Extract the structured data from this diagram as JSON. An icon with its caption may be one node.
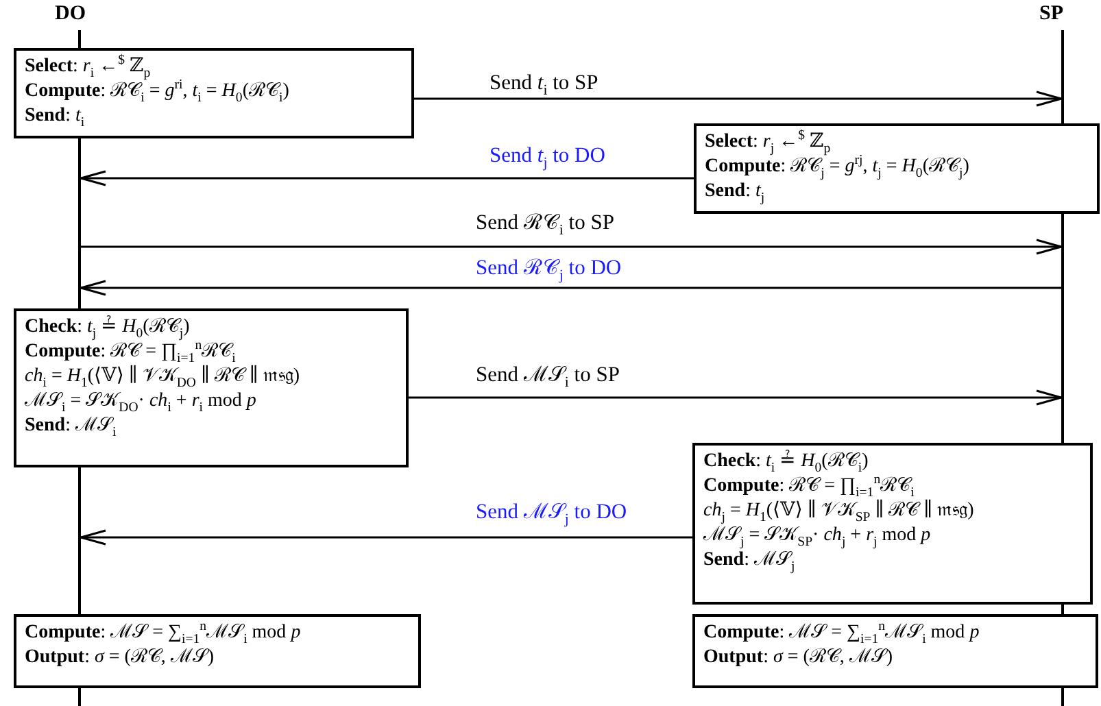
{
  "diagram": {
    "nodes": [
      {
        "text": [],
        "shape": "bar"
      },
      {
        "text": [],
        "shape": "bar"
      },
      {
        "text": [
          "**Select**: *r*$_{i}$ ←$^{$}$ ℤ$_{p}$",
          "**Compute**: ℛ𝒞$_{i}$ = *g*$^{ri}$, *t*$_{i}$ = *H*$_{0}$(ℛ𝒞$_{i}$)",
          "**Send**: *t*$_{i}$"
        ]
      },
      {
        "text": [
          "**Select**: *r*$_{j}$ ←$^{$}$ ℤ$_{p}$",
          "**Compute**: ℛ𝒞$_{j}$ = *g*$^{rj}$, *t*$_{j}$ = *H*$_{0}$(ℛ𝒞$_{j}$)",
          "**Send**: *t*$_{j}$"
        ]
      },
      {
        "text": [
          "**Check**: *t*$_{j}$ ≟ *H*$_{0}$(ℛ𝒞$_{j}$)",
          "**Compute**: ℛ𝒞 = ∏$_{i=1}$$^{n}$ℛ𝒞$_{i}$",
          "*ch*$_{i}$ = *H*$_{1}$(⟨𝕍⟩ ∥ 𝒱𝒦$_{DO}$ ∥ ℛ𝒞 ∥ 𝔪𝔰𝔤)",
          "ℳ𝒮$_{i}$ = 𝒮𝒦$_{DO}$· *ch*$_{i}$ + *r*$_{i}$ mod *p*",
          "**Send**: ℳ𝒮$_{i}$"
        ]
      },
      {
        "text": [
          "**Check**: *t*$_{i}$ ≟ *H*$_{0}$(ℛ𝒞$_{i}$)",
          "**Compute**: ℛ𝒞 = ∏$_{i=1}$$^{n}$ℛ𝒞$_{i}$",
          "*ch*$_{j}$ = *H*$_{1}$(⟨𝕍⟩ ∥ 𝒱𝒦$_{SP}$ ∥ ℛ𝒞 ∥ 𝔪𝔰𝔤)",
          "ℳ𝒮$_{j}$ = 𝒮𝒦$_{SP}$· *ch*$_{j}$ + *r*$_{j}$ mod *p*",
          "**Send**: ℳ𝒮$_{j}$"
        ]
      },
      {
        "text": [
          "**Compute**: ℳ𝒮 = ∑$_{i=1}$$^{n}$ℳ𝒮$_{i}$ mod *p*",
          "**Output**: *σ* = (ℛ𝒞, ℳ𝒮)"
        ]
      },
      {
        "text": [
          "**Compute**: ℳ𝒮 = ∑$_{i=1}$$^{n}$ℳ𝒮$_{i}$ mod *p*",
          "**Output**: *σ* = (ℛ𝒞, ℳ𝒮)"
        ]
      }
    ],
    "edges": [
      {
        "from": 2,
        "to": 1,
        "arrow": "to",
        "label": "Send *t*$_{i}$ to SP"
      },
      {
        "from": 3,
        "to": 0,
        "arrow": "to",
        "label": "Send *t*$_{j}$ to DO"
      },
      {
        "from": 0,
        "to": 1,
        "arrow": "to",
        "label": "Send ℛ𝒞$_{i}$ to SP"
      },
      {
        "from": 1,
        "to": 0,
        "arrow": "to",
        "label": "Send ℛ𝒞$_{j}$ to DO"
      },
      {
        "from": 4,
        "to": 1,
        "arrow": "to",
        "label": "Send ℳ𝒮$_{i}$ to SP"
      },
      {
        "from": 5,
        "to": 0,
        "arrow": "to",
        "label": "Send ℳ𝒮$_{j}$ to DO"
      }
    ],
    "labels": [
      "DO",
      "SP"
    ]
  }
}
